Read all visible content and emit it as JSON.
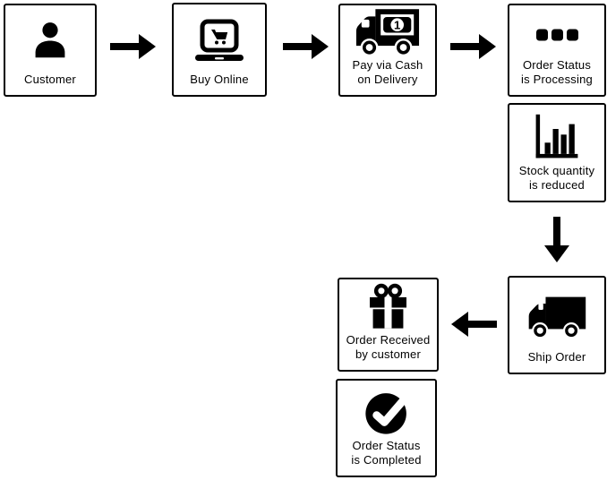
{
  "diagram": {
    "background_color": "#ffffff",
    "ink_color": "#000000",
    "nodes": [
      {
        "id": "customer",
        "label": "Customer",
        "icon": "person-icon"
      },
      {
        "id": "buy-online",
        "label": "Buy Online",
        "icon": "laptop-cart-icon"
      },
      {
        "id": "pay-cod",
        "label": "Pay via Cash\non Delivery",
        "icon": "cash-delivery-truck-icon",
        "banknote_value": "1"
      },
      {
        "id": "processing",
        "label": "Order Status\nis Processing",
        "icon": "ellipsis-icon"
      },
      {
        "id": "stock",
        "label": "Stock quantity\nis reduced",
        "icon": "bar-chart-icon"
      },
      {
        "id": "ship",
        "label": "Ship Order",
        "icon": "truck-icon"
      },
      {
        "id": "received",
        "label": "Order Received\nby customer",
        "icon": "gift-icon"
      },
      {
        "id": "completed",
        "label": "Order Status\nis Completed",
        "icon": "check-circle-icon"
      }
    ],
    "connections": [
      {
        "from": "customer",
        "to": "buy-online",
        "direction": "right"
      },
      {
        "from": "buy-online",
        "to": "pay-cod",
        "direction": "right"
      },
      {
        "from": "pay-cod",
        "to": "processing",
        "direction": "right"
      },
      {
        "from": "stock",
        "to": "ship",
        "direction": "down"
      },
      {
        "from": "ship",
        "to": "received",
        "direction": "left"
      }
    ]
  }
}
